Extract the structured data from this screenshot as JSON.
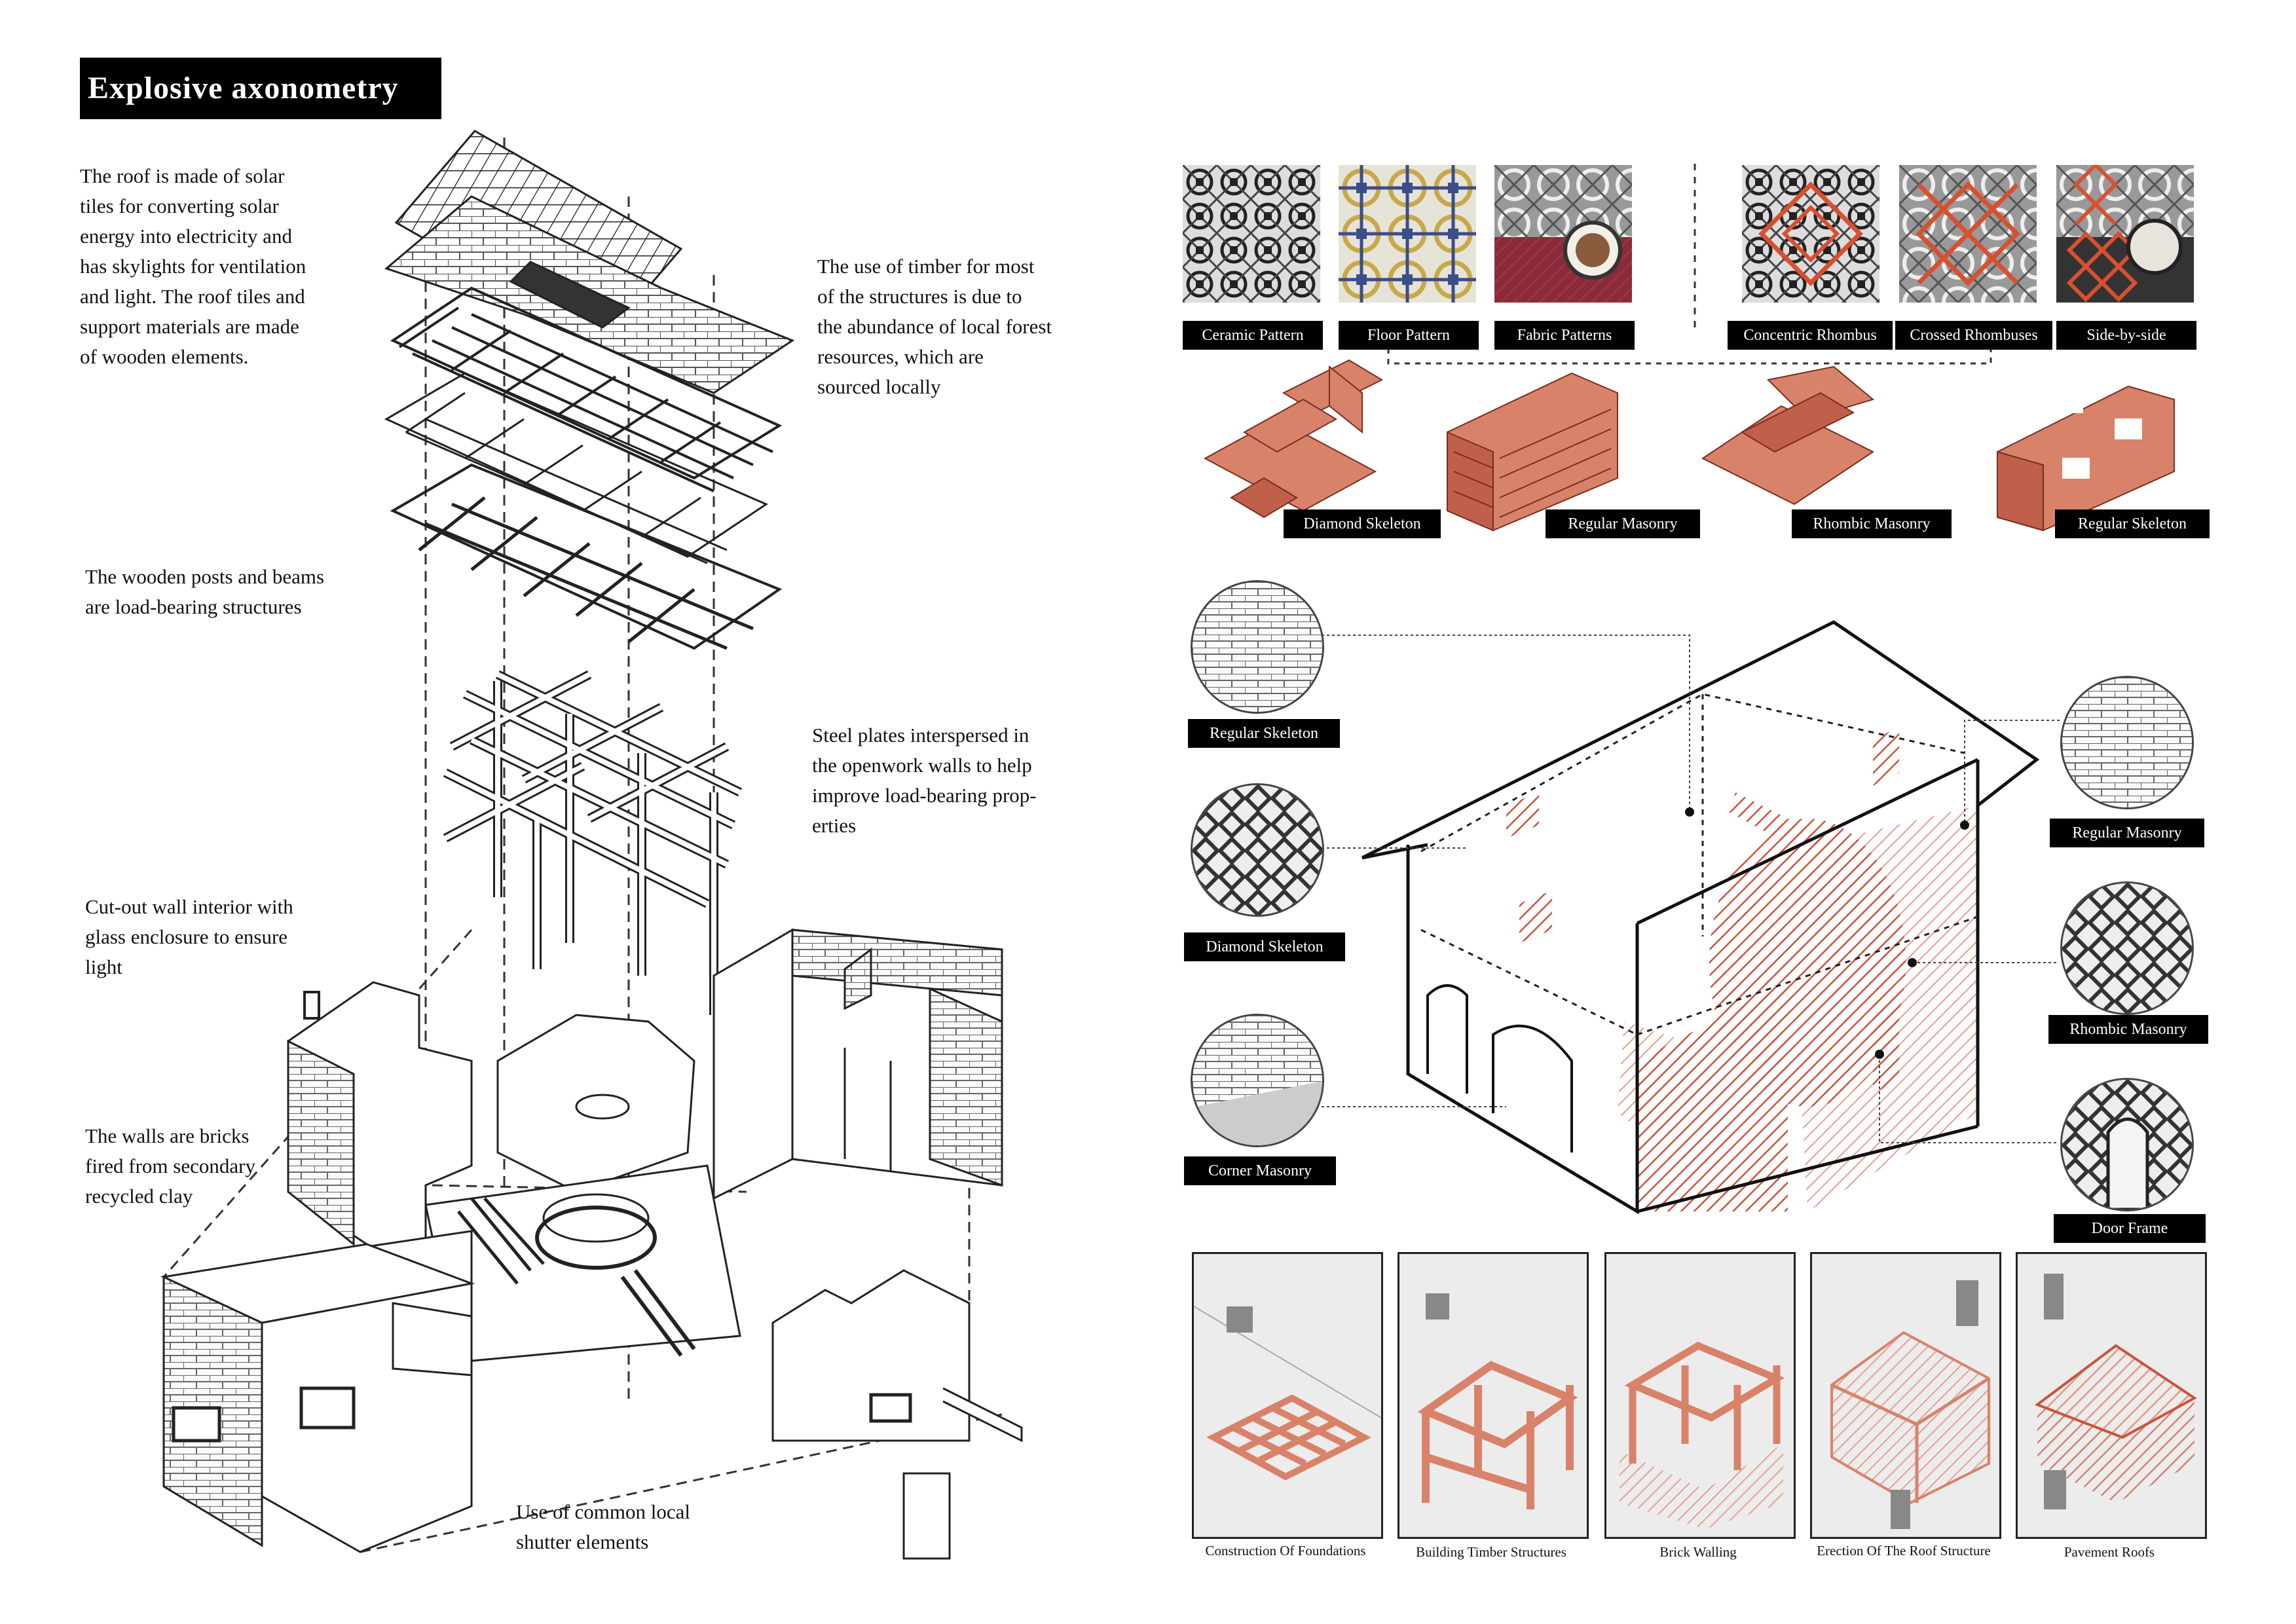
{
  "title": "Explosive axonometry",
  "annotations": {
    "roof": "The roof is made of solar\ntiles for converting solar\nenergy into electricity and\nhas skylights for ventilation\nand light. The roof tiles and\nsupport materials are made\nof wooden elements.",
    "timber": "The use of timber for most\nof the structures is due to\nthe abundance of local forest\nresources, which are\nsourced locally",
    "posts": "The wooden posts and beams\nare load-bearing structures",
    "steel": "Steel plates interspersed in\nthe openwork walls to help\nimprove load-bearing prop-\nerties",
    "cutout": "Cut-out wall interior with\nglass enclosure to ensure\nlight",
    "walls": "The walls are bricks\nfired from secondary\nrecycled clay",
    "shutter": "Use of common local\nshutter elements"
  },
  "patterns": [
    "Ceramic Pattern",
    "Floor Pattern",
    "Fabric Patterns",
    "Concentric Rhombus",
    "Crossed Rhombuses",
    "Side-by-side"
  ],
  "masonry": [
    "Diamond Skeleton",
    "Regular Masonry",
    "Rhombic Masonry",
    "Regular Skeleton"
  ],
  "details_left": [
    "Regular Skeleton",
    "Diamond Skeleton",
    "Corner Masonry"
  ],
  "details_right": [
    "Regular Masonry",
    "Rhombic Masonry",
    "Door Frame"
  ],
  "steps": [
    "Construction Of Foundations",
    "Building Timber Structures",
    "Brick Walling",
    "Erection Of The Roof Structure",
    "Pavement Roofs"
  ],
  "colors": {
    "accent": "#d9826a",
    "accent_dark": "#b8432e",
    "ink": "#111111",
    "label_bg": "#000000"
  }
}
